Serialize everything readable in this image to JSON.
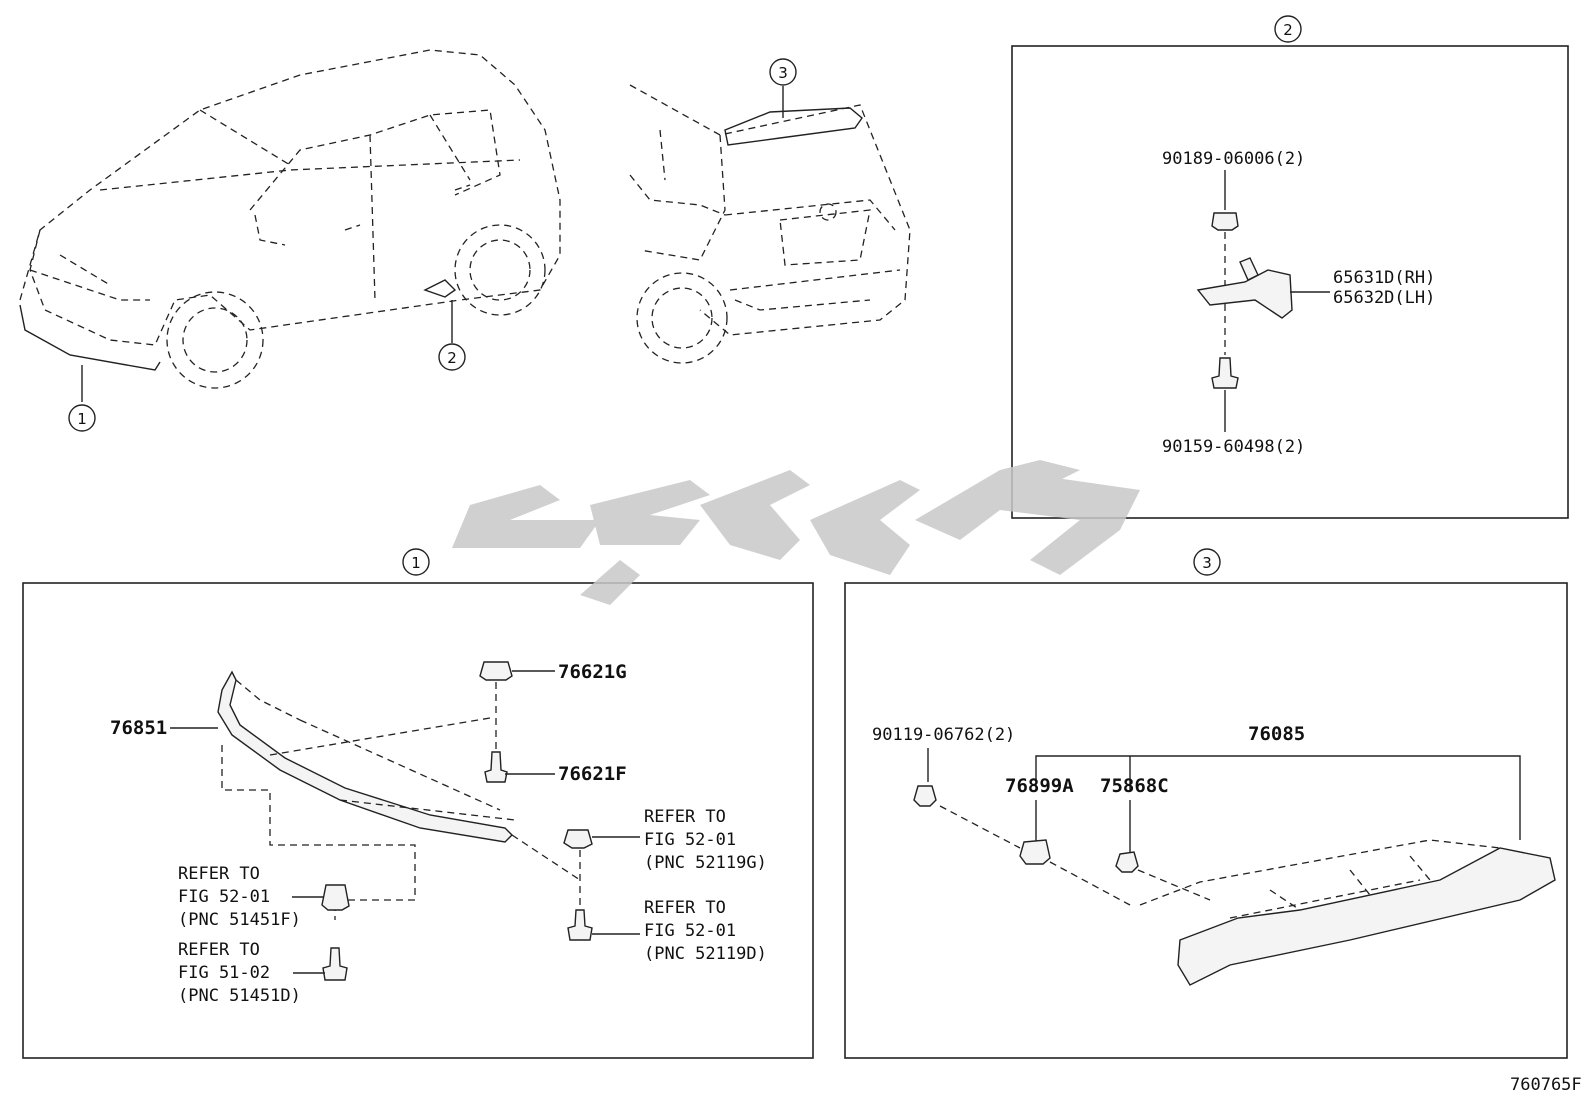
{
  "callouts": {
    "c1": "1",
    "c2": "2",
    "c3": "3"
  },
  "panel2": {
    "screw_top": "90189-06006(2)",
    "bracket_rh": "65631D(RH)",
    "bracket_lh": "65632D(LH)",
    "screw_bottom": "90159-60498(2)"
  },
  "panel1": {
    "spoiler": "76851",
    "clip": "76621G",
    "screw": "76621F",
    "ref_a": [
      "REFER TO",
      "FIG 52-01",
      "(PNC 52119G)"
    ],
    "ref_b": [
      "REFER TO",
      "FIG 52-01",
      "(PNC 52119D)"
    ],
    "ref_c": [
      "REFER TO",
      "FIG 52-01",
      "(PNC 51451F)"
    ],
    "ref_d": [
      "REFER TO",
      "FIG 51-02",
      "(PNC 51451D)"
    ]
  },
  "panel3": {
    "spoiler_assy": "76085",
    "screw": "90119-06762(2)",
    "cushion": "76899A",
    "clip": "75868C"
  },
  "footer_code": "760765F",
  "watermark_text": "گوپارت"
}
